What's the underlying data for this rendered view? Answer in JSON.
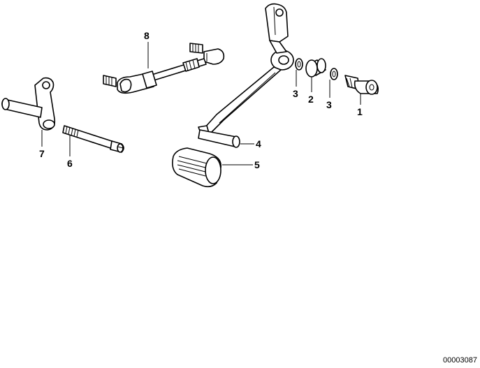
{
  "callouts": {
    "c1": "1",
    "c2": "2",
    "c3a": "3",
    "c3b": "3",
    "c4": "4",
    "c5": "5",
    "c6": "6",
    "c7": "7",
    "c8": "8"
  },
  "document_id": "00003087"
}
